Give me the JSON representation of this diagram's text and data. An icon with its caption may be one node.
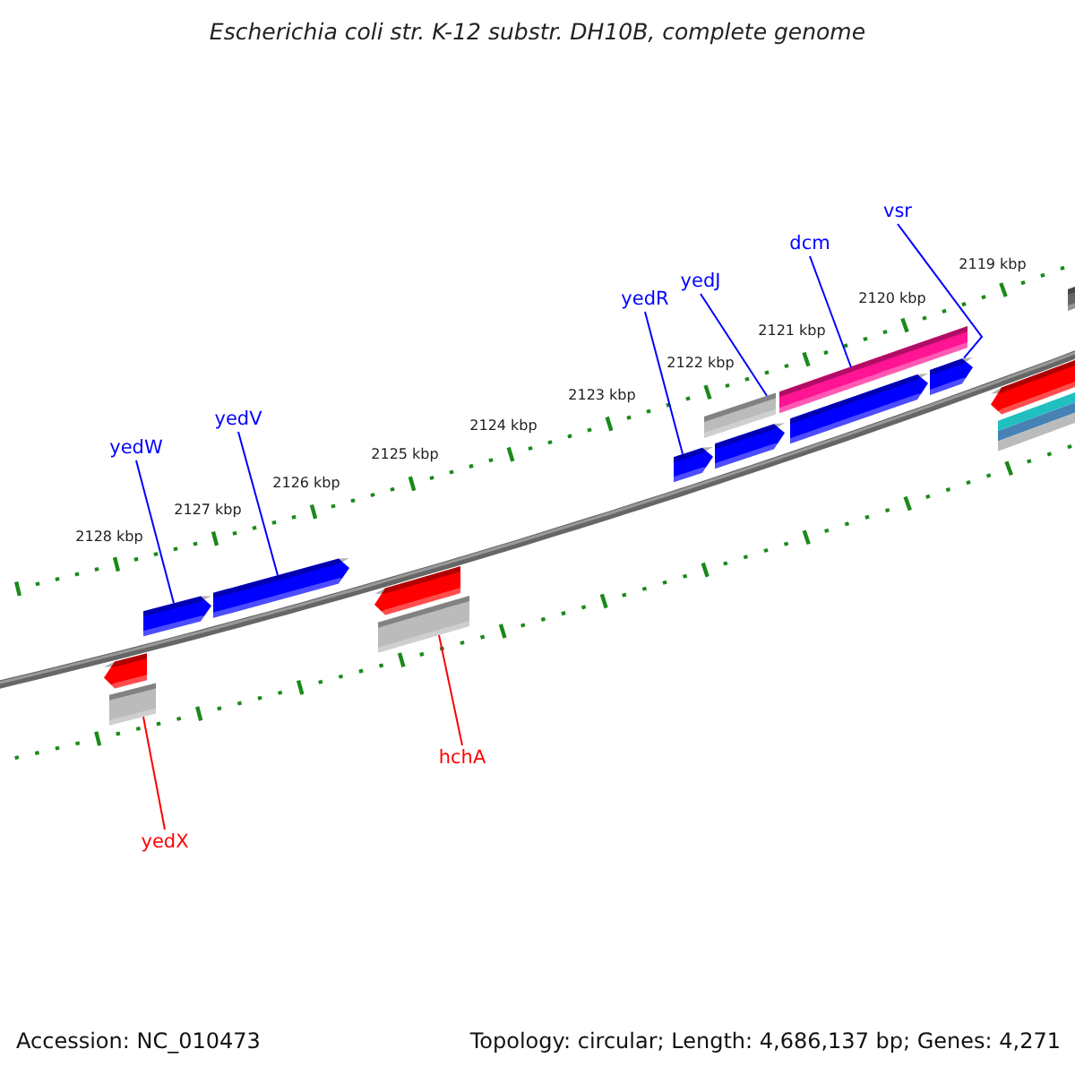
{
  "diagram": {
    "title": "Escherichia coli str. K-12 substr. DH10B, complete genome",
    "nodes": [
      {
        "text": [
          "yedW"
        ]
      },
      {
        "text": [
          "yedV"
        ]
      },
      {
        "text": [
          "yedR"
        ]
      },
      {
        "text": [
          "yedJ"
        ]
      },
      {
        "text": [
          "dcm"
        ]
      },
      {
        "text": [
          "vsr"
        ]
      },
      {
        "text": [
          "hchA"
        ]
      },
      {
        "text": [
          "yedX"
        ]
      },
      {
        "text": [],
        "shape": "pentagon"
      },
      {
        "text": [],
        "shape": "bar"
      },
      {
        "text": [],
        "shape": "pentagon"
      },
      {
        "text": [],
        "shape": "pentagon"
      },
      {
        "text": [],
        "shape": "pentagon"
      },
      {
        "text": [],
        "shape": "bar"
      },
      {
        "text": [],
        "shape": "pentagon"
      },
      {
        "text": [],
        "shape": "bar"
      },
      {
        "text": [],
        "shape": "pentagon"
      },
      {
        "text": [],
        "shape": "bar"
      },
      {
        "text": [],
        "shape": "pentagon"
      },
      {
        "text": [],
        "shape": "pentagon"
      },
      {
        "text": [],
        "shape": "pentagon"
      },
      {
        "text": [],
        "shape": "bar"
      },
      {
        "text": [],
        "shape": "bar"
      }
    ],
    "edges": [
      {
        "from": 0,
        "to": 10,
        "arrow": "none"
      },
      {
        "from": 1,
        "to": 11,
        "arrow": "none"
      },
      {
        "from": 2,
        "to": 14,
        "arrow": "none"
      },
      {
        "from": 3,
        "to": 15,
        "arrow": "none"
      },
      {
        "from": 4,
        "to": 17,
        "arrow": "none"
      },
      {
        "from": 5,
        "to": 19,
        "arrow": "none"
      },
      {
        "from": 6,
        "to": 13,
        "arrow": "none",
        "color": "#ff0000"
      },
      {
        "from": 7,
        "to": 9,
        "arrow": "none",
        "color": "#ff0000"
      }
    ],
    "labels": [
      "2128 kbp",
      "2127 kbp",
      "2126 kbp",
      "2125 kbp",
      "2124 kbp",
      "2123 kbp",
      "2122 kbp",
      "2121 kbp",
      "2120 kbp",
      "2119 kbp",
      "Accession: NC_010473",
      "Topology: circular; Length: 4,686,137 bp; Genes: 4,271"
    ]
  }
}
